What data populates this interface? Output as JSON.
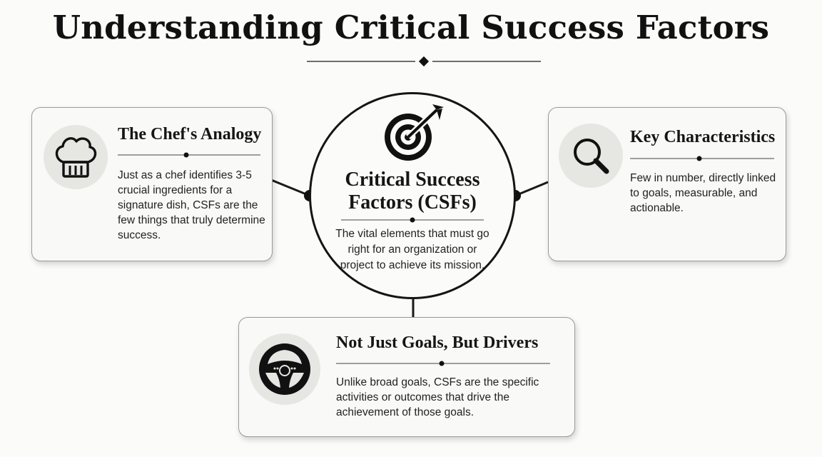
{
  "title": "Understanding Critical Success Factors",
  "center": {
    "title": "Critical Success Factors (CSFs)",
    "body": "The vital elements that must go right for an organization or project to achieve its mission.",
    "icon": "target-icon"
  },
  "cards": {
    "chef": {
      "title": "The Chef's Analogy",
      "body": "Just as a chef identifies 3-5 crucial ingredients for a signature dish, CSFs are the few things that truly determine success.",
      "icon": "chef-hat-icon"
    },
    "key": {
      "title": "Key Characteristics",
      "body": "Few in number, directly linked to goals, measurable, and actionable.",
      "icon": "magnifying-glass-icon"
    },
    "drivers": {
      "title": "Not Just Goals, But Drivers",
      "body": "Unlike broad goals, CSFs are the specific activities or outcomes that drive the achievement of those goals.",
      "icon": "steering-wheel-icon"
    }
  }
}
